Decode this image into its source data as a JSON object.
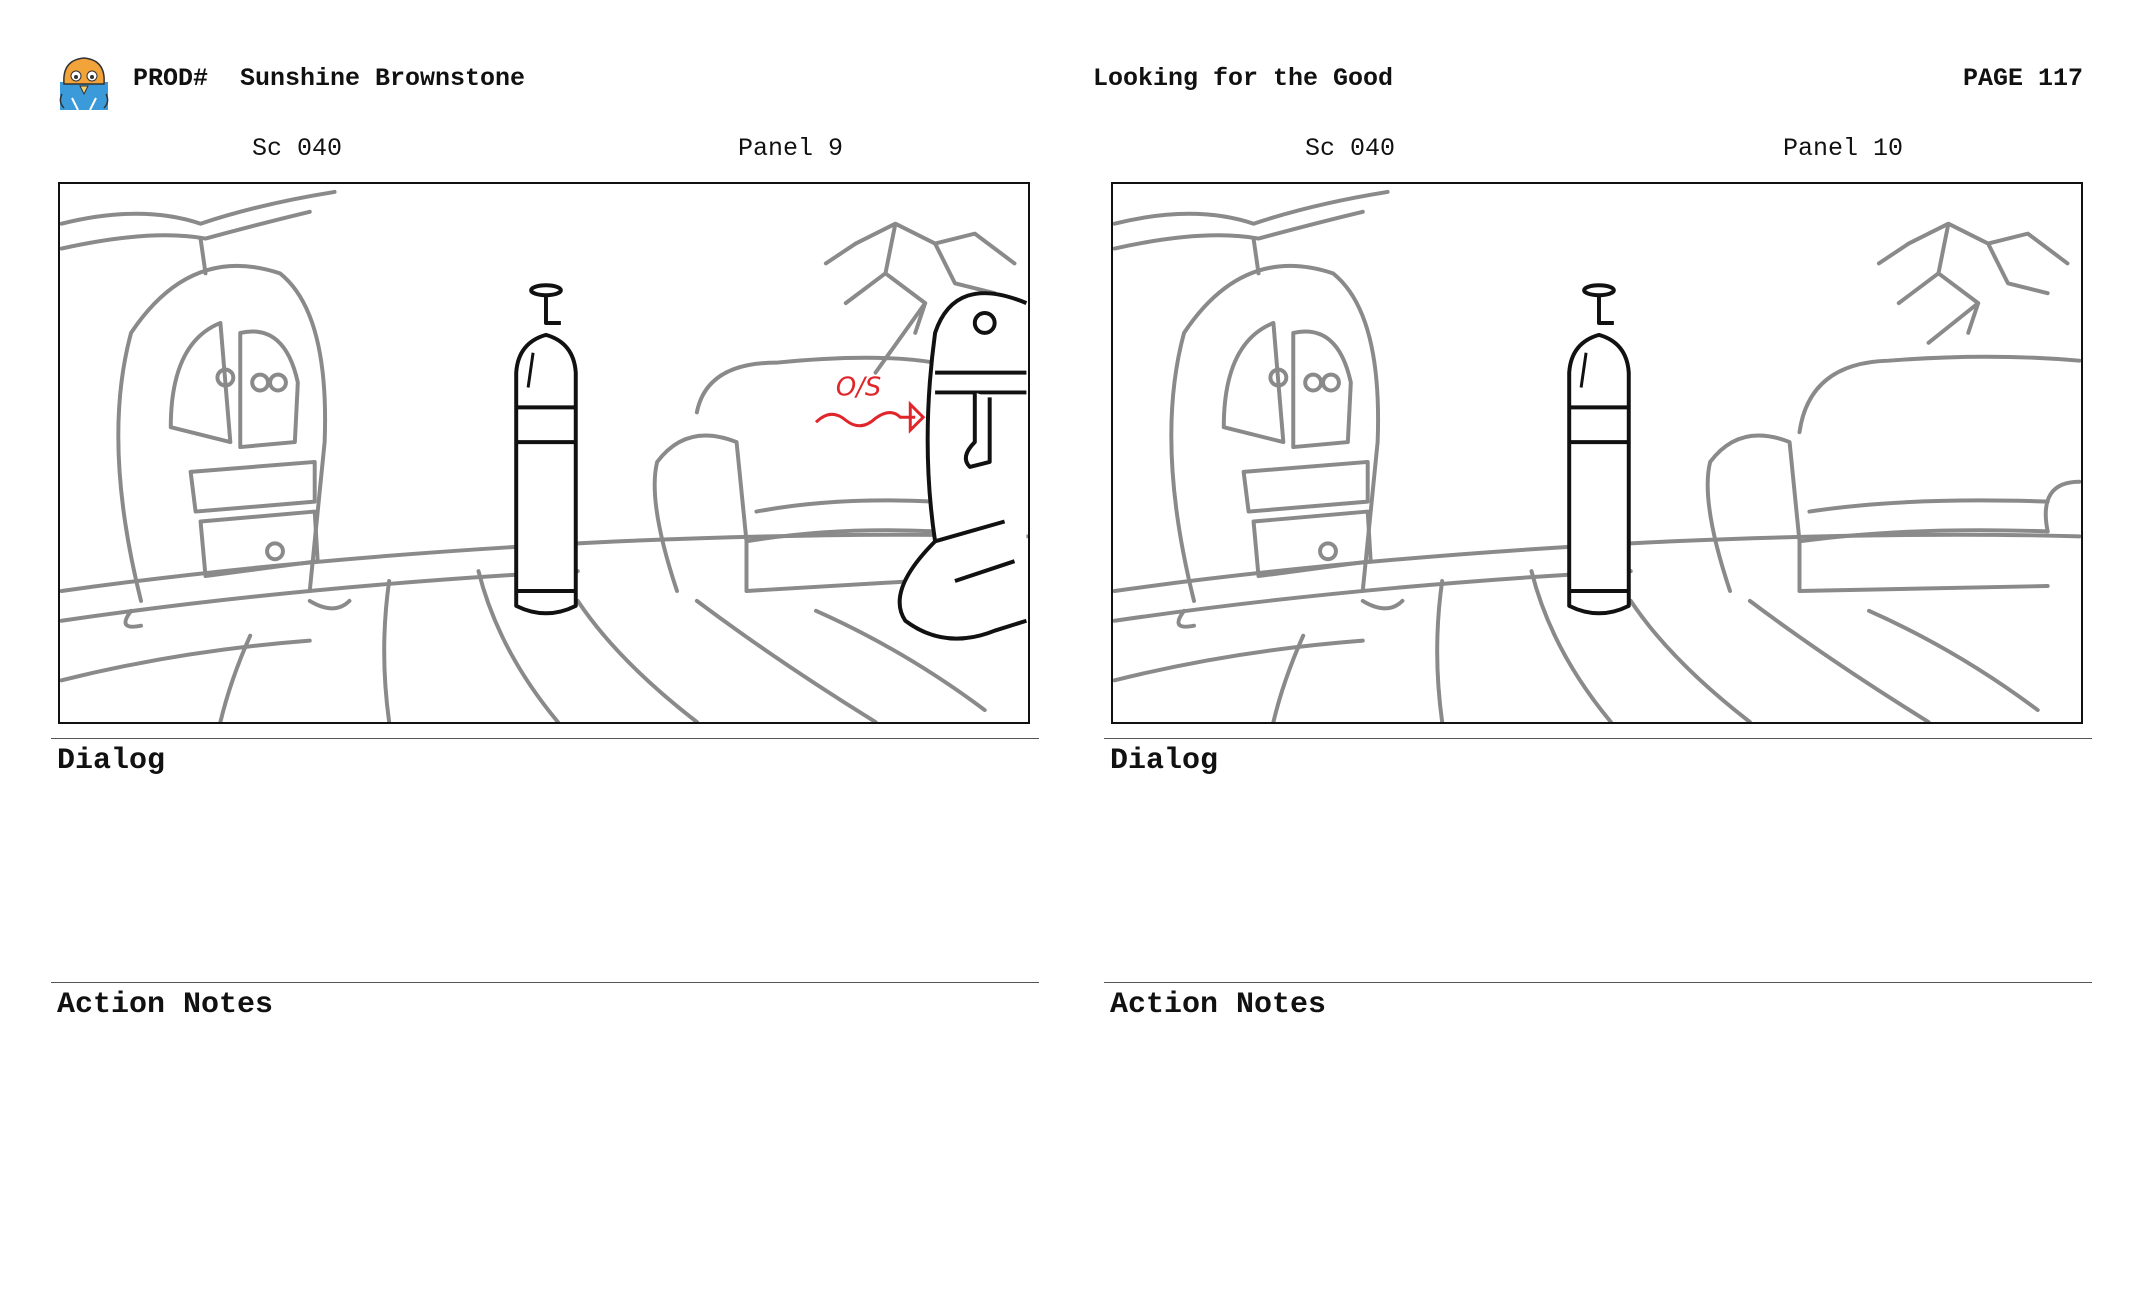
{
  "header": {
    "prod_label": "PROD#",
    "show_title": "Sunshine Brownstone",
    "episode_title": "Looking for the Good",
    "page_label": "PAGE 117",
    "logo_icon": "character-mascot-icon"
  },
  "panels": [
    {
      "scene": "Sc 040",
      "panel": "Panel 9",
      "annotation": "O/S",
      "dialog_label": "Dialog",
      "action_label": "Action Notes"
    },
    {
      "scene": "Sc 040",
      "panel": "Panel 10",
      "dialog_label": "Dialog",
      "action_label": "Action Notes"
    }
  ],
  "colors": {
    "sketch_gray": "#8a8a8a",
    "ink_black": "#111111",
    "annotation_red": "#e0262b",
    "logo_orange": "#f2a33a",
    "logo_blue": "#3b9ad9"
  }
}
